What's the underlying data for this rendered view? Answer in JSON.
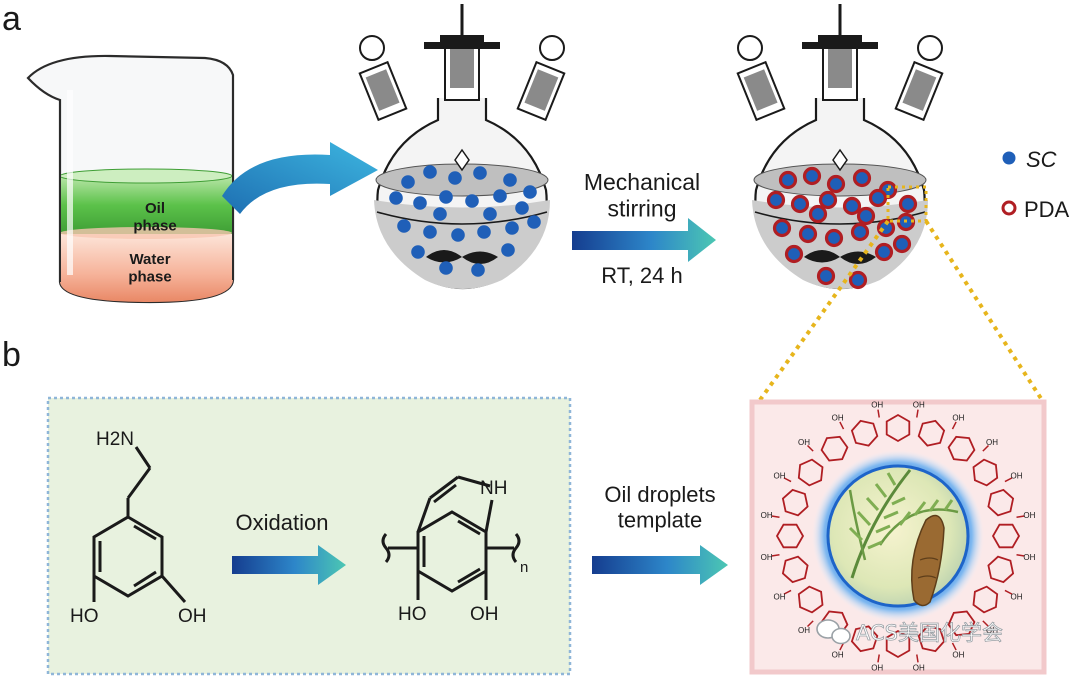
{
  "panel_a": {
    "label": "a",
    "beaker": {
      "oil_label": "Oil\nphase",
      "water_label": "Water\nphase"
    },
    "step": {
      "top_text": "Mechanical\nstirring",
      "bottom_text": "RT, 24 h"
    },
    "legend": [
      {
        "symbol": "filled-circle",
        "label": "SC",
        "color": "#1f5fb8"
      },
      {
        "symbol": "ring",
        "label": "PDA",
        "color": "#b01e23"
      }
    ]
  },
  "panel_b": {
    "label": "b",
    "reactant": {
      "group_amine": "H2N",
      "group_oh_1": "HO",
      "group_oh_2": "OH"
    },
    "step_1": "Oxidation",
    "product": {
      "group_nh": "NH",
      "group_oh_1": "HO",
      "group_oh_2": "OH",
      "subscript": "n"
    },
    "step_2": "Oil droplets\ntemplate",
    "shell_group": "OH"
  },
  "watermark": "ACS美国化学会",
  "colors": {
    "sc_blue": "#1f5fb8",
    "pda_red": "#b01e23",
    "oil_green": "#5cc24a",
    "water_orange": "#f2a383",
    "arrow_teal": "#45c1b0",
    "arrow_navy": "#153d8f",
    "dotted_gold": "#e7b51c",
    "panel_green": "#e8f2df",
    "panel_pink": "#f8dcdd"
  }
}
